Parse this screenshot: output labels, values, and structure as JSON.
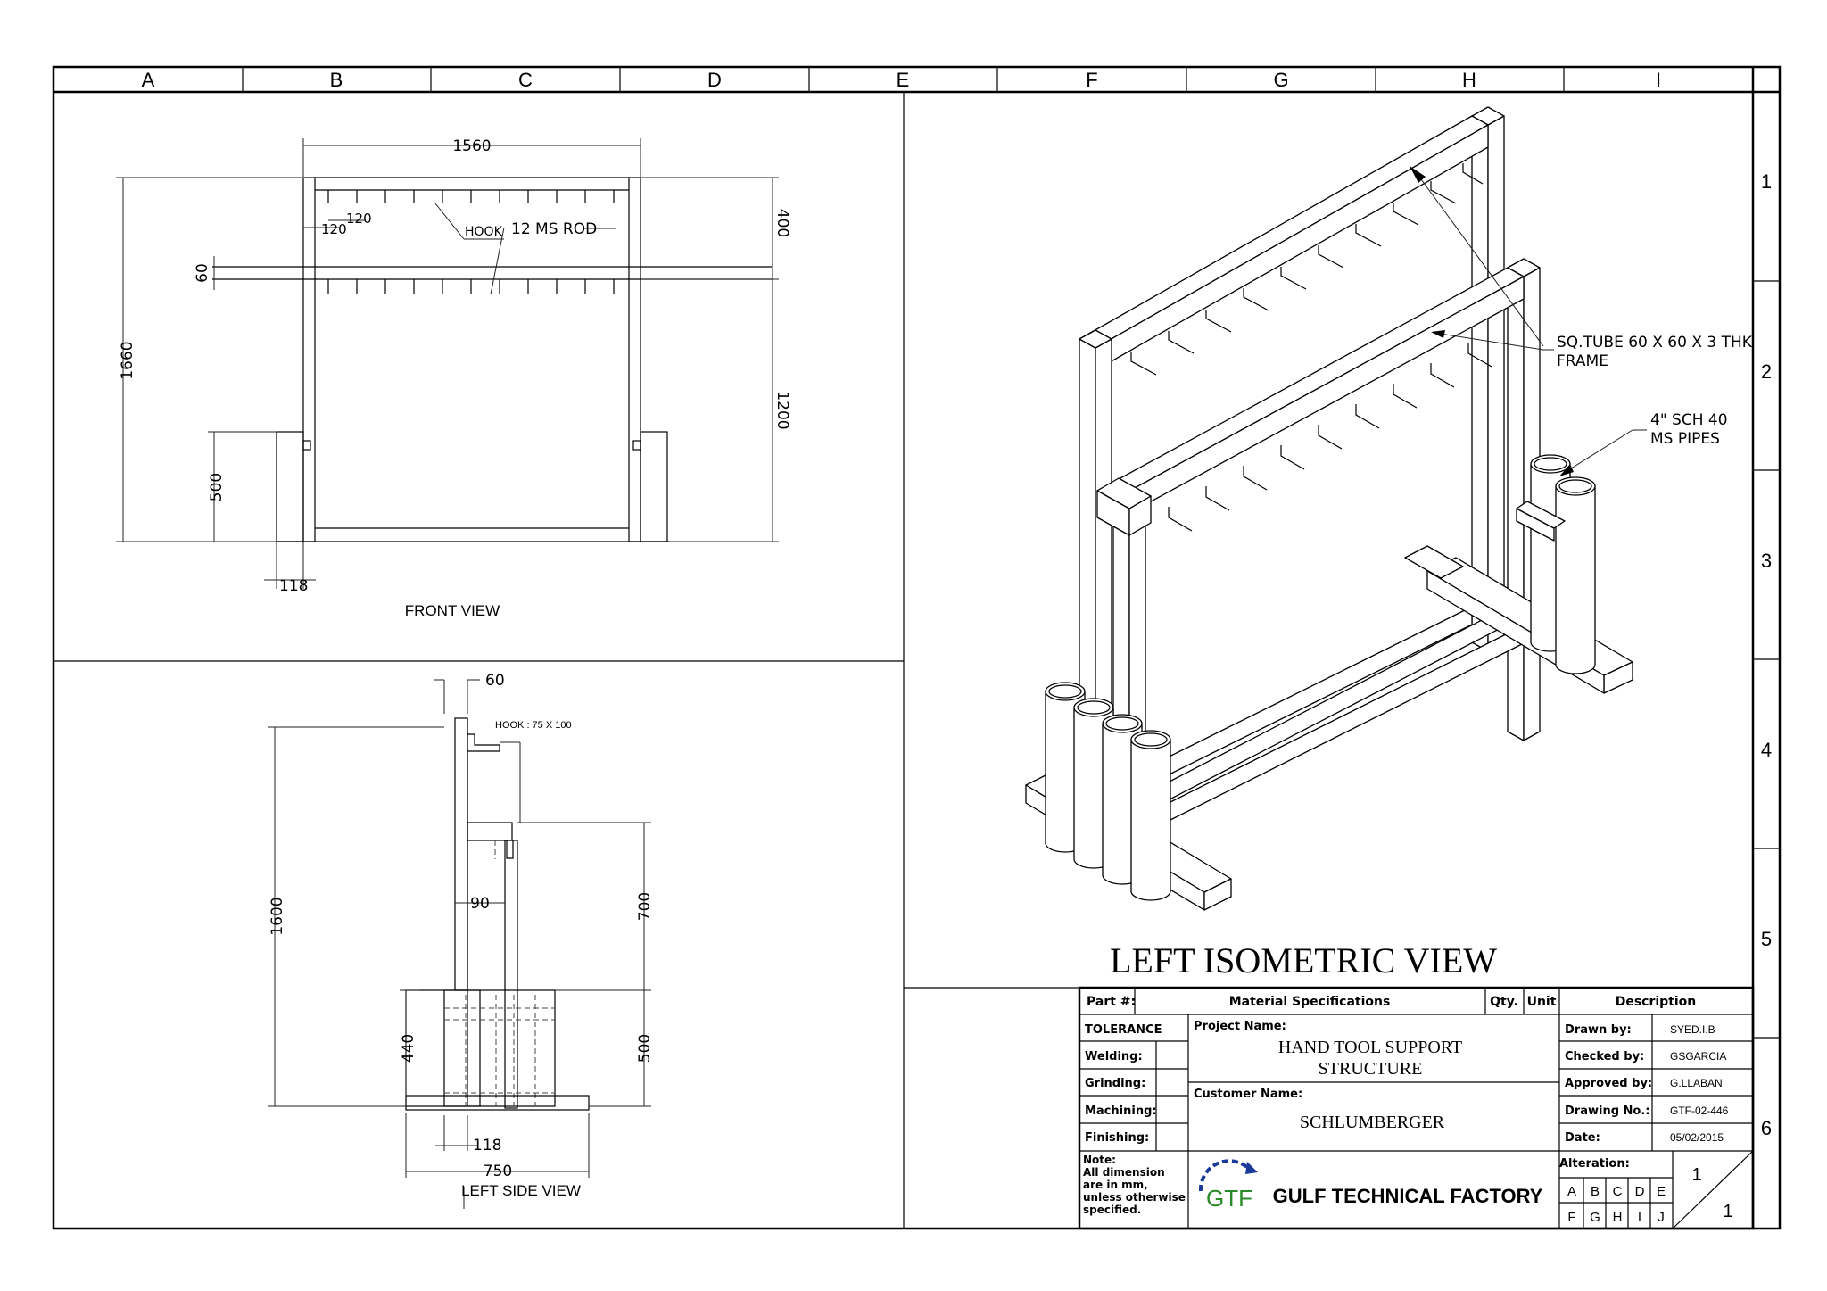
{
  "grid": {
    "columns": [
      "A",
      "B",
      "C",
      "D",
      "E",
      "F",
      "G",
      "H",
      "I"
    ],
    "rows": [
      "1",
      "2",
      "3",
      "4",
      "5",
      "6"
    ]
  },
  "front_view": {
    "title": "FRONT VIEW",
    "dims": {
      "width": "1560",
      "height": "1660",
      "upper": "400",
      "lower": "1200",
      "base": "500",
      "bar": "60",
      "hook_pitch": "120",
      "hook_offset": "120",
      "foot": "118"
    },
    "labels": {
      "hook": "HOOK",
      "rod": "12 MS ROD"
    }
  },
  "side_view": {
    "title": "LEFT SIDE VIEW",
    "dims": {
      "top": "60",
      "height": "1600",
      "mid": "700",
      "base_h": "500",
      "pipe": "440",
      "web": "90",
      "foot": "118",
      "width": "750"
    },
    "labels": {
      "hook": "HOOK : 75 X 100"
    }
  },
  "iso_view": {
    "title": "LEFT ISOMETRIC VIEW",
    "callouts": {
      "tube_1": "SQ.TUBE 60 X 60 X 3 THK",
      "tube_2": "FRAME",
      "pipe_1": "4\" SCH 40",
      "pipe_2": "MS PIPES"
    }
  },
  "title_block": {
    "part_label": "Part #:",
    "material_label": "Material Specifications",
    "qty_label": "Qty.",
    "unit_label": "Unit",
    "desc_label": "Description",
    "tolerance": "TOLERANCE",
    "processes": [
      "Welding:",
      "Grinding:",
      "Machining:",
      "Finishing:"
    ],
    "project_label": "Project Name:",
    "project_line1": "HAND TOOL SUPPORT",
    "project_line2": "STRUCTURE",
    "customer_label": "Customer Name:",
    "customer": "SCHLUMBERGER",
    "note": [
      "Note:",
      "All dimension",
      "are in mm,",
      "unless otherwise",
      "specified."
    ],
    "logo": "GTF",
    "company": "GULF TECHNICAL FACTORY",
    "info": [
      {
        "label": "Drawn by:",
        "value": "SYED.I.B"
      },
      {
        "label": "Checked by:",
        "value": "GSGARCIA"
      },
      {
        "label": "Approved by:",
        "value": "G.LLABAN"
      },
      {
        "label": "Drawing No.:",
        "value": "GTF-02-446"
      },
      {
        "label": "Date:",
        "value": "05/02/2015"
      }
    ],
    "alteration_label": "Alteration:",
    "alteration_letters_1": [
      "A",
      "B",
      "C",
      "D",
      "E"
    ],
    "alteration_letters_2": [
      "F",
      "G",
      "H",
      "I",
      "J"
    ],
    "sheet": "1",
    "sheets": "1"
  }
}
